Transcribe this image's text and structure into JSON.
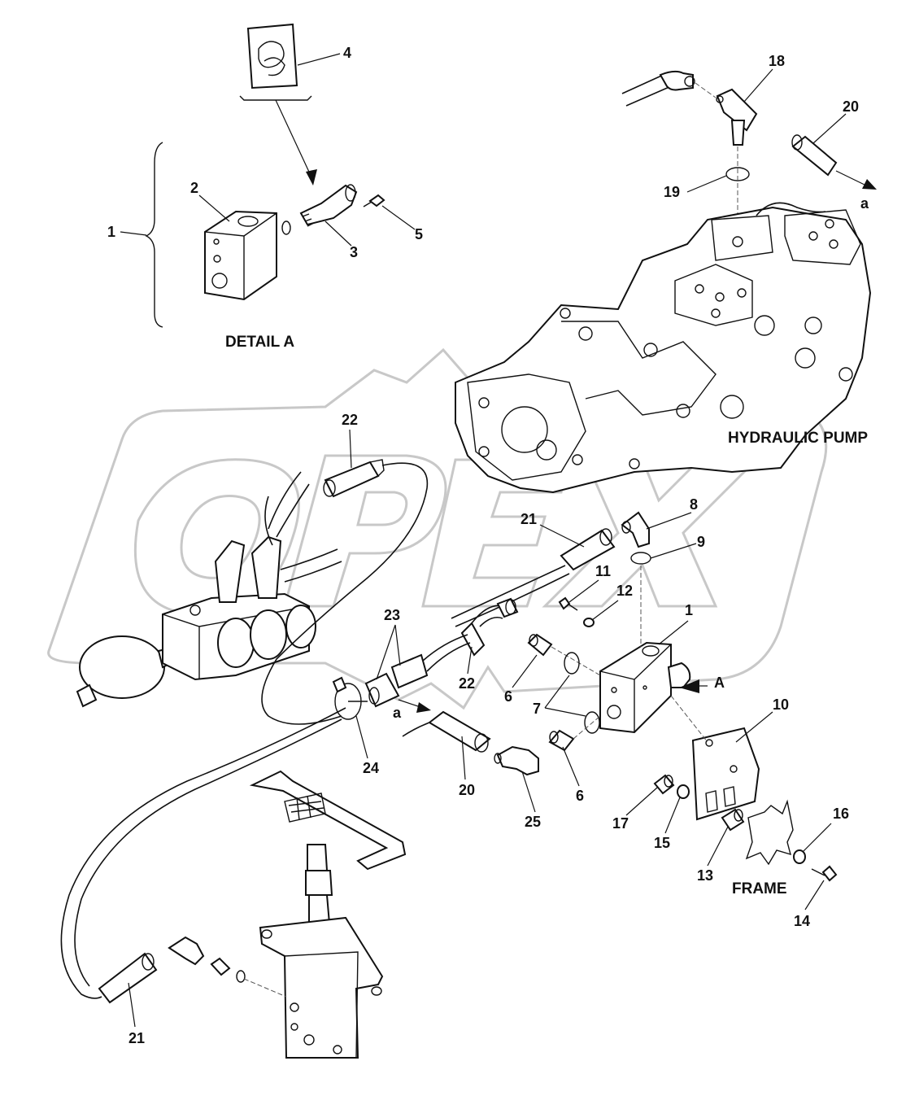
{
  "captions": {
    "detail_a": "DETAIL A",
    "hydraulic_pump": "HYDRAULIC PUMP",
    "frame": "FRAME",
    "view_arrow": "A",
    "flow_a_top": "a",
    "flow_a_mid": "a"
  },
  "callouts": {
    "c1_bracket": "1",
    "c2": "2",
    "c3": "3",
    "c4": "4",
    "c5": "5",
    "c18": "18",
    "c19": "19",
    "c20_top": "20",
    "c22_top": "22",
    "c21_mid": "21",
    "c8": "8",
    "c9": "9",
    "c11": "11",
    "c12": "12",
    "c1_block": "1",
    "c23": "23",
    "c22_mid": "22",
    "c6_top": "6",
    "c7": "7",
    "c24": "24",
    "c20_mid": "20",
    "c25": "25",
    "c6_bottom": "6",
    "c10": "10",
    "c17": "17",
    "c15": "15",
    "c13": "13",
    "c16": "16",
    "c14": "14",
    "c21_bottom": "21"
  },
  "watermark_text": "OPEX",
  "colors": {
    "line": "#111111",
    "watermark": "#c8c8c8",
    "background": "#ffffff"
  }
}
